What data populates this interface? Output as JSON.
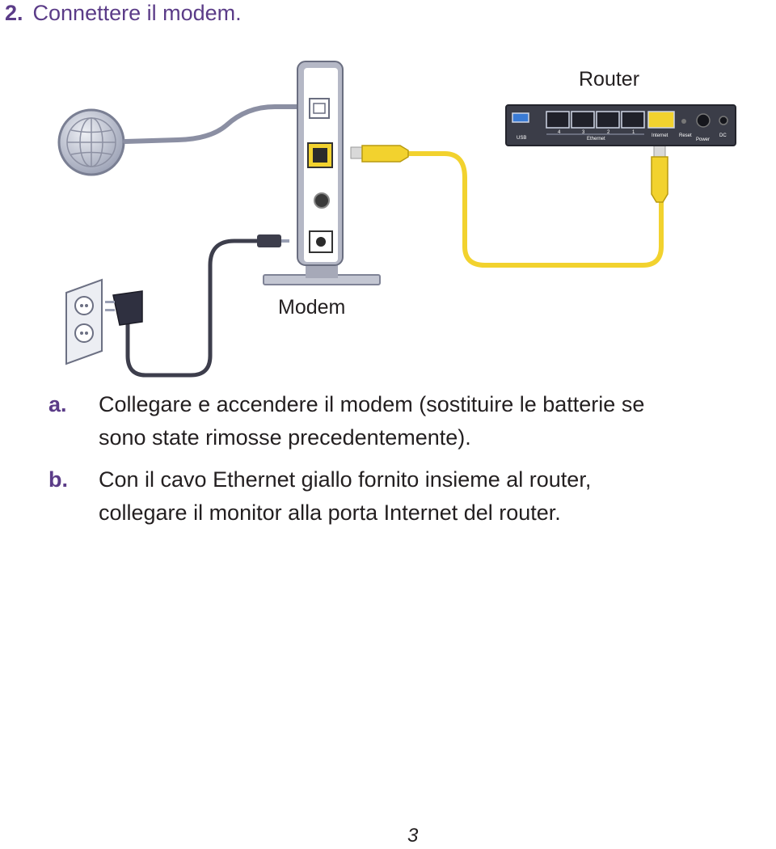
{
  "heading": {
    "number": "2.",
    "title": "Connettere il modem."
  },
  "figure": {
    "labels": {
      "router": "Router",
      "modem": "Modem"
    },
    "router_ports": {
      "usb": "USB",
      "lan4": "4",
      "lan3": "3",
      "lan2": "2",
      "lan1": "1",
      "ethernet": "Ethernet",
      "internet": "Internet",
      "reset": "Reset",
      "power": "Power",
      "dc": "DC"
    },
    "colors": {
      "ethernet_cable": "#f2d22e",
      "cable_gray": "#8b8fa3",
      "power_cable": "#3d3e4c",
      "accent": "#5b3c88"
    }
  },
  "steps": [
    {
      "letter": "a.",
      "lines": [
        "Collegare e accendere il modem (sostituire le batterie se",
        "sono state rimosse precedentemente)."
      ]
    },
    {
      "letter": "b.",
      "lines": [
        "Con il cavo Ethernet giallo fornito insieme al router,",
        "collegare il monitor alla porta Internet del router."
      ]
    }
  ],
  "page_number": "3"
}
